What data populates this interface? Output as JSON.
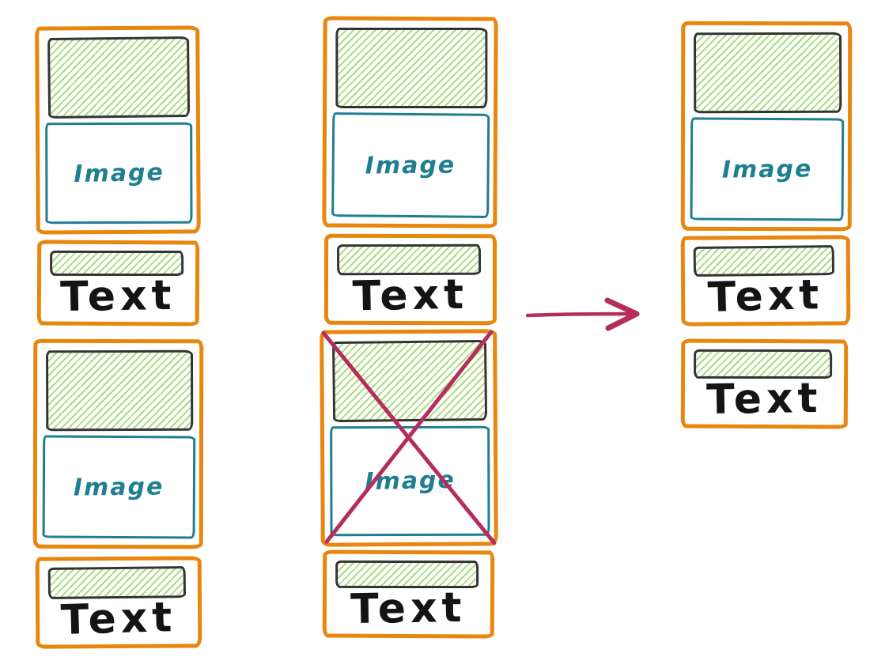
{
  "diagram": {
    "labels": {
      "image": "Image",
      "text": "Text"
    },
    "colors": {
      "card_border": "#e8860d",
      "block_border": "#343434",
      "hatch": "#a9dc7e",
      "image_accent": "#1f7e8f",
      "annotation": "#b42d5b",
      "text_ink": "#141414"
    },
    "columns": [
      {
        "id": "left",
        "cards": [
          {
            "type": "image",
            "label": "Image",
            "crossed_out": false
          },
          {
            "type": "text",
            "label": "Text",
            "crossed_out": false
          },
          {
            "type": "image",
            "label": "Image",
            "crossed_out": false
          },
          {
            "type": "text",
            "label": "Text",
            "crossed_out": false
          }
        ]
      },
      {
        "id": "middle",
        "cards": [
          {
            "type": "image",
            "label": "Image",
            "crossed_out": false
          },
          {
            "type": "text",
            "label": "Text",
            "crossed_out": false
          },
          {
            "type": "image",
            "label": "Image",
            "crossed_out": true
          },
          {
            "type": "text",
            "label": "Text",
            "crossed_out": false
          }
        ]
      },
      {
        "id": "right",
        "cards": [
          {
            "type": "image",
            "label": "Image",
            "crossed_out": false
          },
          {
            "type": "text",
            "label": "Text",
            "crossed_out": false
          },
          {
            "type": "text",
            "label": "Text",
            "crossed_out": false
          }
        ]
      }
    ],
    "arrow": {
      "direction": "right"
    }
  }
}
